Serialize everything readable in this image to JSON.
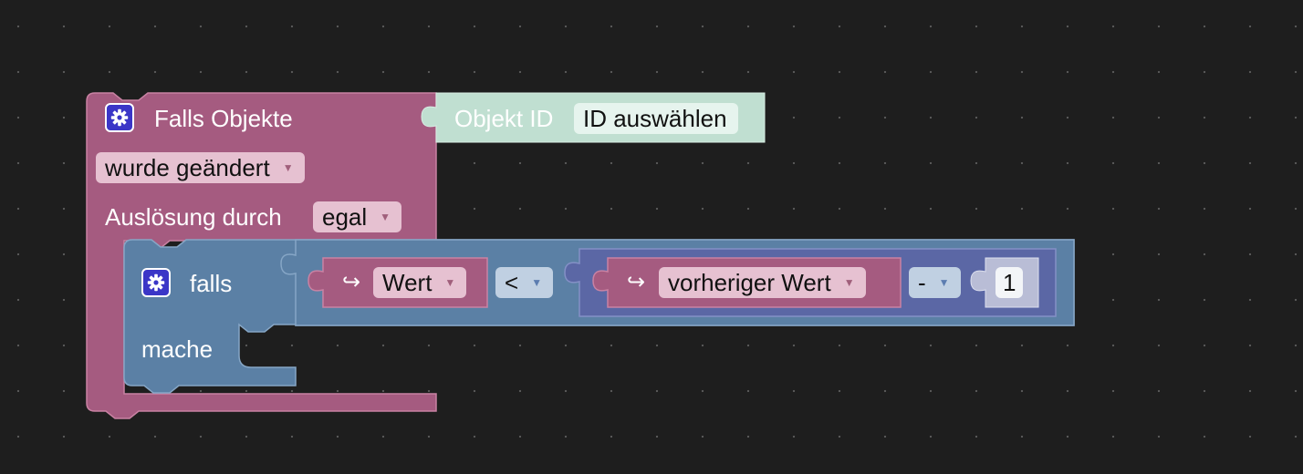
{
  "trigger_block": {
    "title": "Falls Objekte",
    "object_label": "Objekt ID",
    "object_value": "ID auswählen",
    "change_dropdown": "wurde geändert",
    "trigger_label": "Auslösung durch",
    "trigger_dropdown": "egal"
  },
  "if_block": {
    "if_label": "falls",
    "do_label": "mache",
    "compare": {
      "left_var": "Wert",
      "operator": "<",
      "right_var": "vorheriger Wert",
      "math_operator": "-",
      "number": "1"
    }
  },
  "icons": {
    "gear": "gear-icon",
    "var_arrow": "↪",
    "dropdown": "▼"
  },
  "colors": {
    "canvas": "#1e1e1e",
    "trigger_block": "#a55b80",
    "object_id_block": "#c0dfd1",
    "if_block": "#5b80a5",
    "math_block": "#5b67a5",
    "variable_block": "#a55b80"
  }
}
